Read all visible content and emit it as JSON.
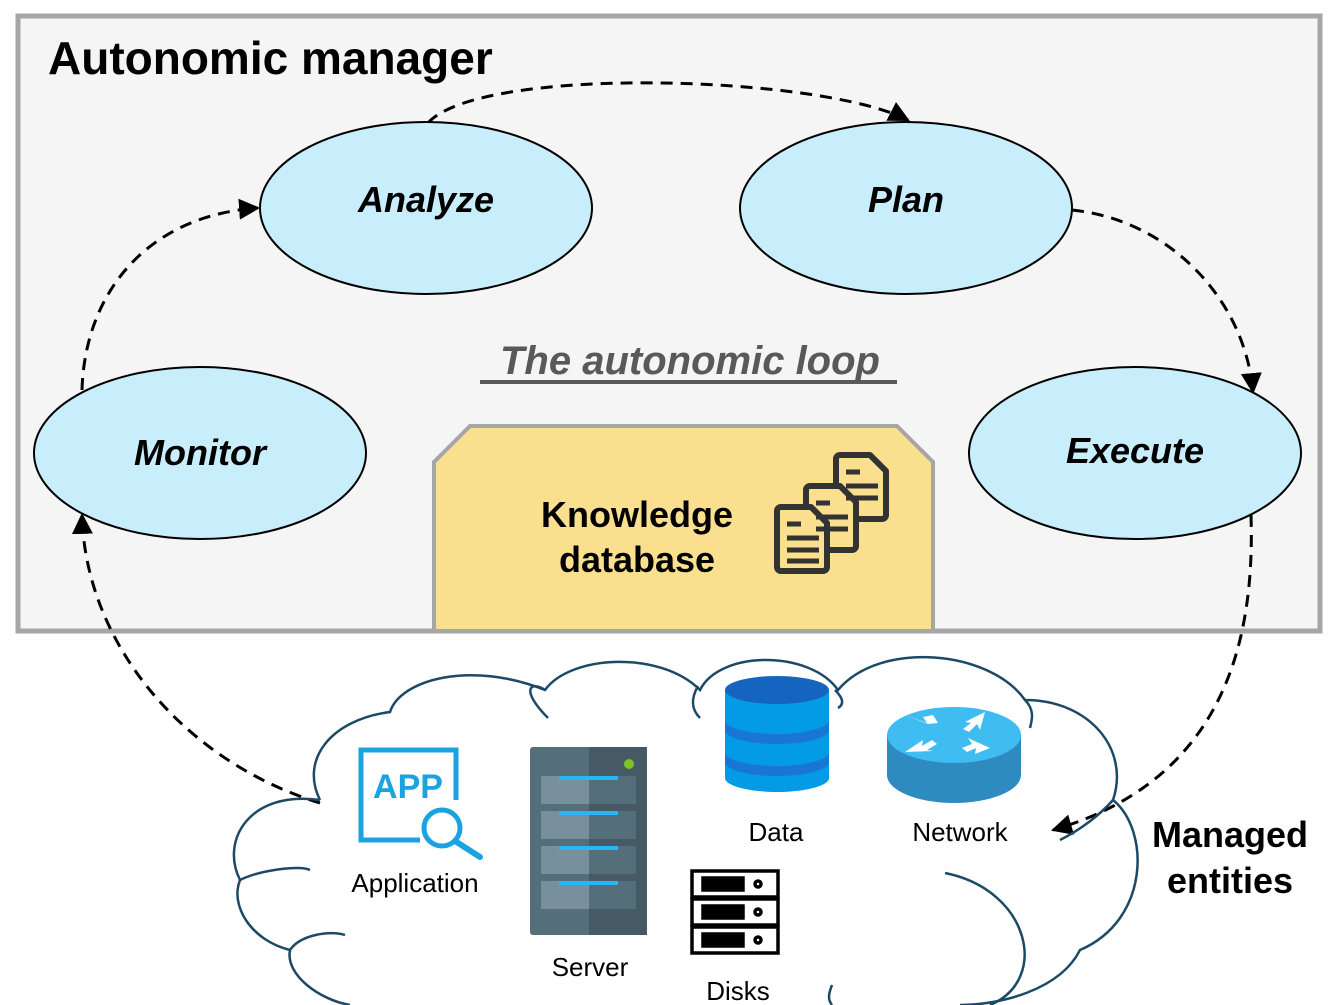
{
  "manager": {
    "title": "Autonomic manager",
    "loop_label": "The autonomic loop",
    "stages": {
      "monitor": "Monitor",
      "analyze": "Analyze",
      "plan": "Plan",
      "execute": "Execute"
    },
    "knowledge": {
      "line1": "Knowledge",
      "line2": "database",
      "icon": "documents-icon"
    }
  },
  "managed": {
    "title_line1": "Managed",
    "title_line2": "entities",
    "entities": {
      "application": "Application",
      "server": "Server",
      "data": "Data",
      "network": "Network",
      "disks": "Disks"
    },
    "app_icon_text": "APP"
  },
  "colors": {
    "manager_bg": "#f5f5f5",
    "manager_border": "#a6a6a6",
    "stage_fill": "#c9eefb",
    "knowledge_fill": "#f9df8e",
    "cloud_stroke": "#1c4a66",
    "accent_blue": "#1aa3e0"
  }
}
